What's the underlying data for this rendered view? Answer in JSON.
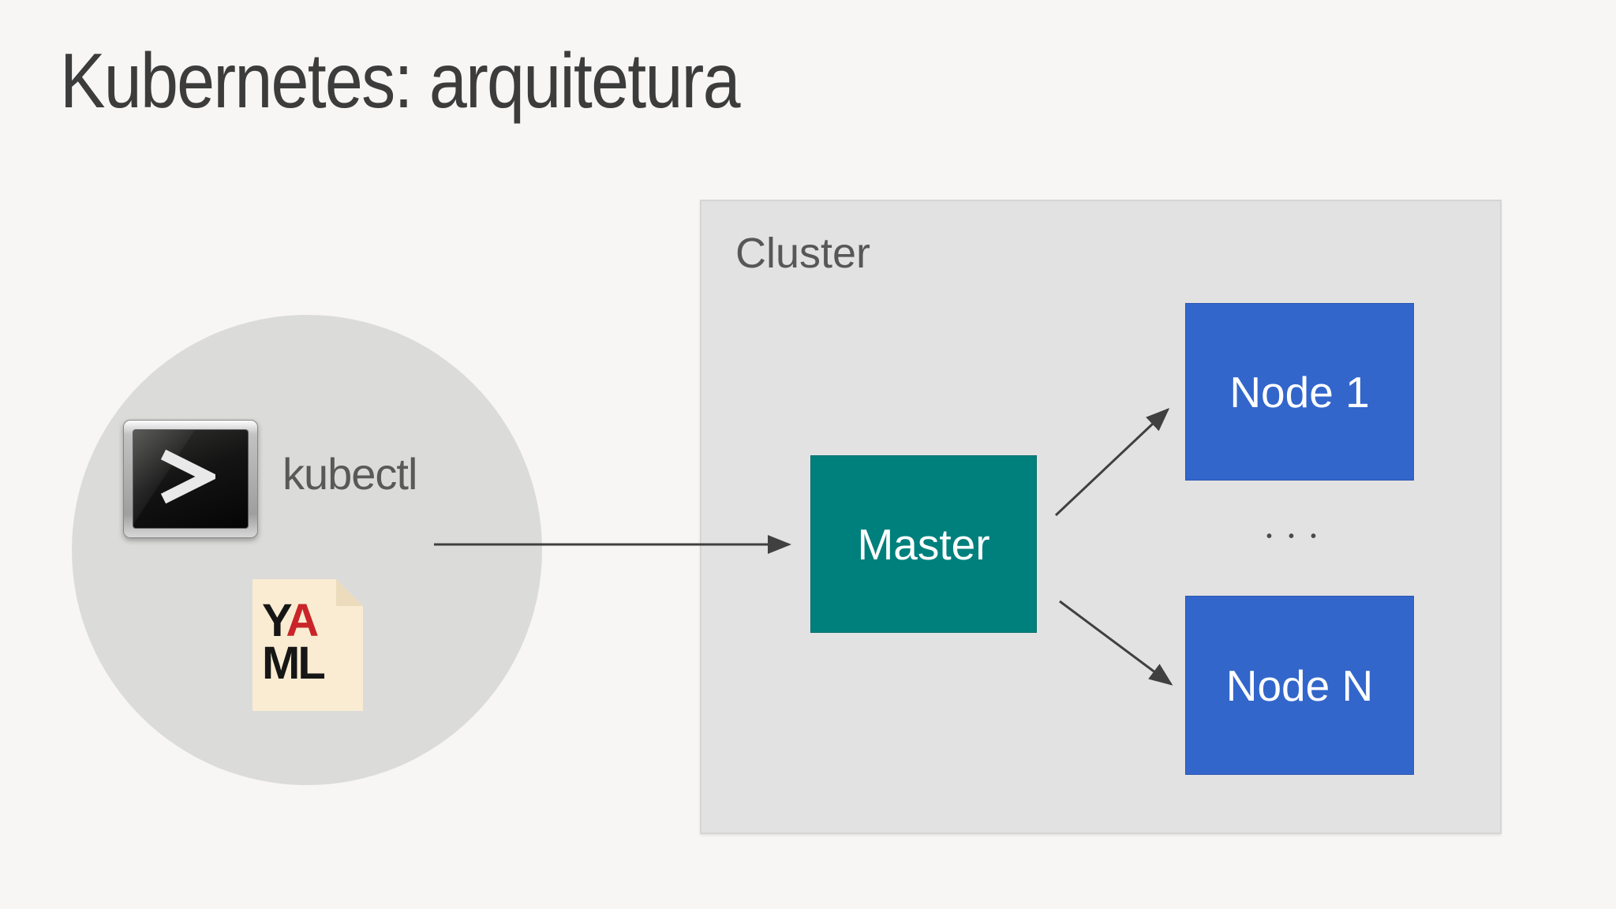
{
  "slide": {
    "title": "Kubernetes: arquitetura"
  },
  "client": {
    "label": "kubectl",
    "terminal_icon": "powershell-prompt-icon",
    "yaml_file_icon": {
      "letter_y": "Y",
      "letter_a": "A",
      "letters_ml": "ML"
    }
  },
  "cluster": {
    "label": "Cluster",
    "master": {
      "label": "Master"
    },
    "nodes": [
      {
        "label": "Node 1"
      },
      {
        "label": "Node N"
      }
    ],
    "ellipsis": "•••"
  },
  "colors": {
    "background": "#f7f6f5",
    "title_text": "#3c3c3c",
    "client_circle": "#dbdbda",
    "cluster_fill": "#e3e2e2",
    "cluster_border": "#d6d5d4",
    "master_fill": "#00807d",
    "node_fill": "#3366cb",
    "box_text": "#ffffff",
    "label_text": "#595959",
    "arrow": "#404040",
    "yaml_paper": "#faecd2",
    "yaml_red": "#c9242a",
    "yaml_black": "#161616"
  }
}
